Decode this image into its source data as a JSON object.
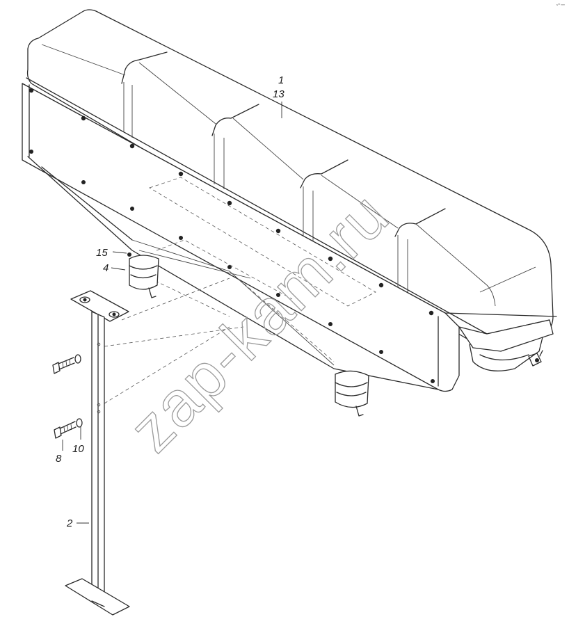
{
  "callouts": {
    "c1": "1",
    "c13": "13",
    "c15": "15",
    "c4": "4",
    "c8": "8",
    "c10": "10",
    "c2": "2"
  },
  "watermark": "zap-kam.ru",
  "corner_mark": "s⁰⁰ ∞∞"
}
